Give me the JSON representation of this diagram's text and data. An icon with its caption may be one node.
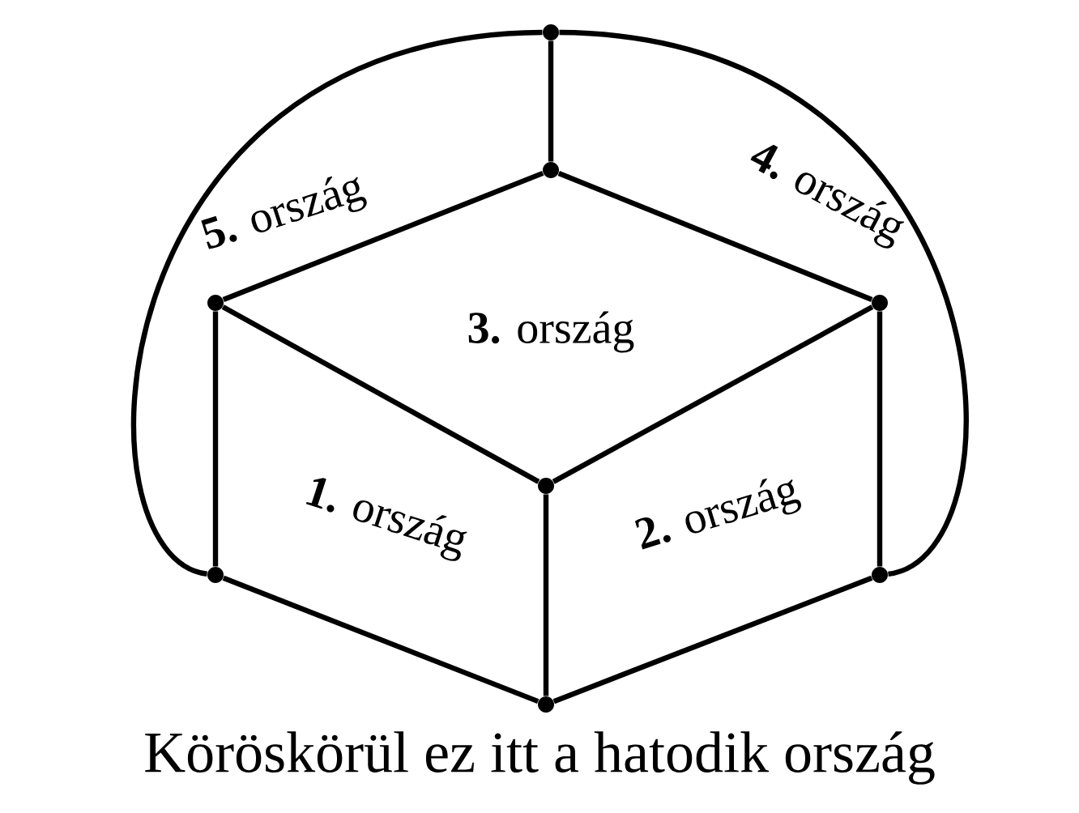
{
  "diagram": {
    "nodes": [
      {
        "text": [],
        "shape": "circle"
      },
      {
        "text": [],
        "shape": "circle"
      },
      {
        "text": [],
        "shape": "circle"
      },
      {
        "text": [],
        "shape": "circle"
      },
      {
        "text": [],
        "shape": "circle"
      },
      {
        "text": [],
        "shape": "circle"
      },
      {
        "text": [],
        "shape": "circle"
      },
      {
        "text": [],
        "shape": "circle"
      }
    ],
    "edges": [
      {
        "from": 0,
        "to": 1,
        "arrow": "none"
      },
      {
        "from": 1,
        "to": 2,
        "arrow": "none"
      },
      {
        "from": 1,
        "to": 3,
        "arrow": "none"
      },
      {
        "from": 2,
        "to": 4,
        "arrow": "none"
      },
      {
        "from": 3,
        "to": 4,
        "arrow": "none"
      },
      {
        "from": 2,
        "to": 5,
        "arrow": "none"
      },
      {
        "from": 4,
        "to": 7,
        "arrow": "none"
      },
      {
        "from": 3,
        "to": 6,
        "arrow": "none"
      },
      {
        "from": 5,
        "to": 7,
        "arrow": "none"
      },
      {
        "from": 6,
        "to": 7,
        "arrow": "none"
      },
      {
        "from": 0,
        "to": 5,
        "arrow": "none"
      },
      {
        "from": 0,
        "to": 6,
        "arrow": "none"
      }
    ],
    "labels": [
      "**5.** ország",
      "**4.** ország",
      "**3.** ország",
      "**1.** ország",
      "**2.** ország",
      "Köröskörül ez itt a hatodik ország"
    ]
  }
}
